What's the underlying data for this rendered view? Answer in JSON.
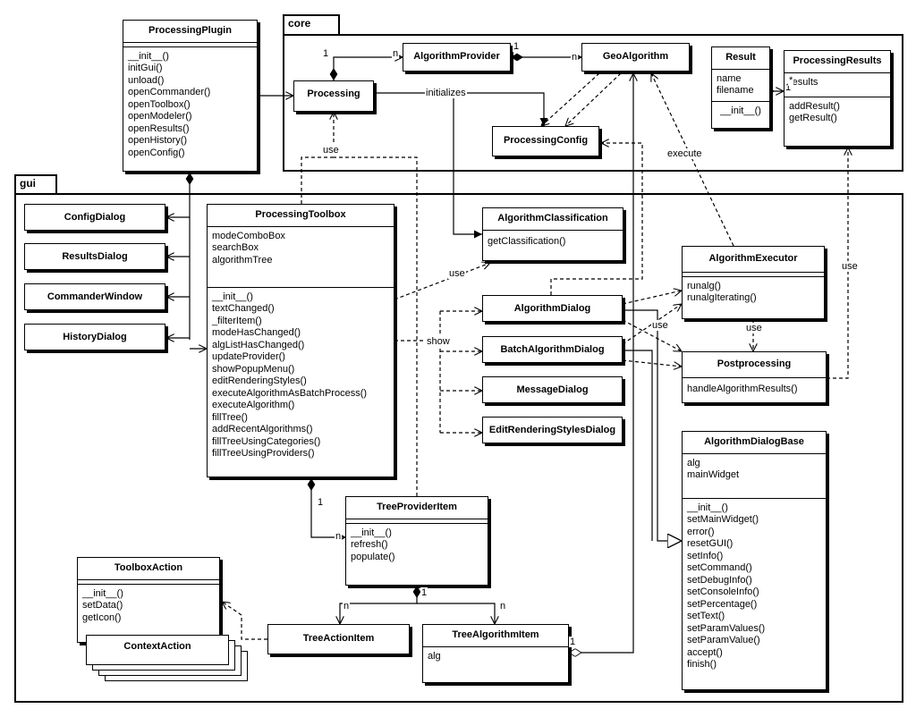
{
  "packages": {
    "core": "core",
    "gui": "gui"
  },
  "classes": {
    "processing_plugin": {
      "name": "ProcessingPlugin",
      "methods": [
        "__init__()",
        "initGui()",
        "unload()",
        "openCommander()",
        "openToolbox()",
        "openModeler()",
        "openResults()",
        "openHistory()",
        "openConfig()"
      ]
    },
    "processing": {
      "name": "Processing"
    },
    "algorithm_provider": {
      "name": "AlgorithmProvider"
    },
    "geo_algorithm": {
      "name": "GeoAlgorithm"
    },
    "processing_config": {
      "name": "ProcessingConfig"
    },
    "result": {
      "name": "Result",
      "attributes": [
        "name",
        "filename"
      ],
      "methods": [
        "__init__()"
      ]
    },
    "processing_results": {
      "name": "ProcessingResults",
      "attributes": [
        "results"
      ],
      "methods": [
        "addResult()",
        "getResult()"
      ]
    },
    "config_dialog": {
      "name": "ConfigDialog"
    },
    "results_dialog": {
      "name": "ResultsDialog"
    },
    "commander_window": {
      "name": "CommanderWindow"
    },
    "history_dialog": {
      "name": "HistoryDialog"
    },
    "processing_toolbox": {
      "name": "ProcessingToolbox",
      "attributes": [
        "modeComboBox",
        "searchBox",
        "algorithmTree"
      ],
      "methods": [
        "__init__()",
        "textChanged()",
        "_filterItem()",
        "modeHasChanged()",
        "algListHasChanged()",
        "updateProvider()",
        "showPopupMenu()",
        "editRenderingStyles()",
        "executeAlgorithmAsBatchProcess()",
        "executeAlgorithm()",
        "fillTree()",
        "addRecentAlgorithms()",
        "fillTreeUsingCategories()",
        "fillTreeUsingProviders()"
      ]
    },
    "algorithm_classification": {
      "name": "AlgorithmClassification",
      "methods": [
        "getClassification()"
      ]
    },
    "algorithm_executor": {
      "name": "AlgorithmExecutor",
      "methods": [
        "runalg()",
        "runalgIterating()"
      ]
    },
    "algorithm_dialog": {
      "name": "AlgorithmDialog"
    },
    "batch_algorithm_dialog": {
      "name": "BatchAlgorithmDialog"
    },
    "message_dialog": {
      "name": "MessageDialog"
    },
    "edit_rendering_styles_dialog": {
      "name": "EditRenderingStylesDialog"
    },
    "postprocessing": {
      "name": "Postprocessing",
      "methods": [
        "handleAlgorithmResults()"
      ]
    },
    "algorithm_dialog_base": {
      "name": "AlgorithmDialogBase",
      "attributes": [
        "alg",
        "mainWidget"
      ],
      "methods": [
        "__init__()",
        "setMainWidget()",
        "error()",
        "resetGUI()",
        "setInfo()",
        "setCommand()",
        "setDebugInfo()",
        "setConsoleInfo()",
        "setPercentage()",
        "setText()",
        "setParamValues()",
        "setParamValue()",
        "accept()",
        "finish()"
      ]
    },
    "tree_provider_item": {
      "name": "TreeProviderItem",
      "methods": [
        "__init__()",
        "refresh()",
        "populate()"
      ]
    },
    "toolbox_action": {
      "name": "ToolboxAction",
      "methods": [
        "__init__()",
        "setData()",
        "getIcon()"
      ]
    },
    "context_action": {
      "name": "ContextAction"
    },
    "tree_action_item": {
      "name": "TreeActionItem"
    },
    "tree_algorithm_item": {
      "name": "TreeAlgorithmItem",
      "attributes": [
        "alg"
      ]
    }
  },
  "labels": {
    "initializes": "initializes",
    "use_processing": "use",
    "execute": "execute",
    "use_classification": "use",
    "use_executor": "use",
    "use_postprocessing": "use",
    "use_results": "use",
    "show": "show",
    "m_proc_1": "1",
    "m_proc_n": "n",
    "m_prov_1": "1",
    "m_prov_n": "n",
    "m_res_1": "1",
    "m_res_star": "*",
    "m_tb_1": "1",
    "m_tpi_n": "n",
    "m_tpi_1": "1",
    "m_tai_n": "n",
    "m_tali_n": "n",
    "m_tali_1": "1"
  }
}
